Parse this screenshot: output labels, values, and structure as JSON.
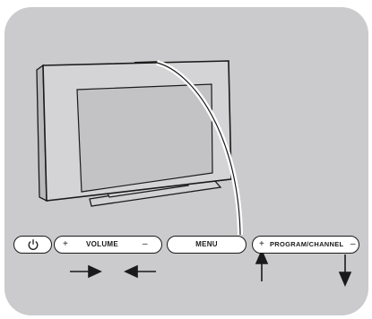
{
  "controls": {
    "power": {
      "icon": "power-icon"
    },
    "volume": {
      "label": "VOLUME",
      "plus": "+",
      "minus": "–"
    },
    "menu": {
      "label": "MENU"
    },
    "program": {
      "label": "PROGRAM/CHANNEL",
      "plus": "+",
      "minus": "–"
    }
  },
  "arrows": [
    "right",
    "left",
    "up",
    "down"
  ],
  "colors": {
    "panel": "#cbcbcd",
    "screen": "#c3c3c5",
    "line": "#1a1a1a"
  }
}
